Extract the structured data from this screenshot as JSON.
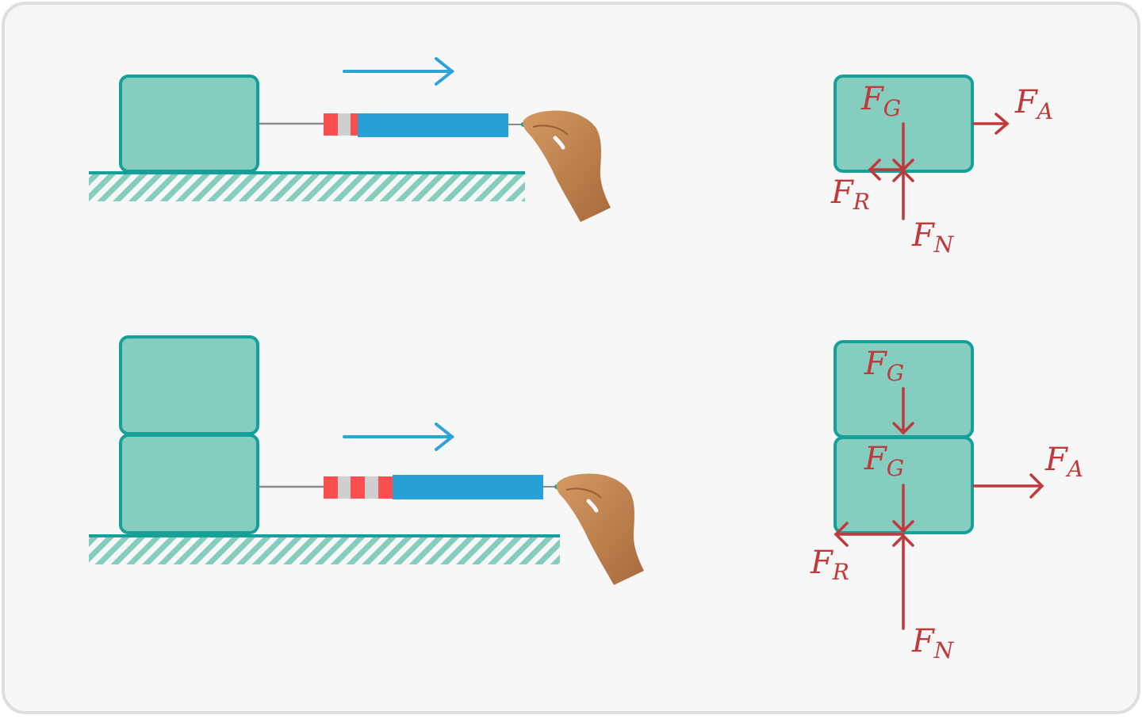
{
  "colors": {
    "panel_bg": "#f7f7f8",
    "panel_border": "#dedede",
    "block_fill": "#84cdbf",
    "block_stroke": "#15a09a",
    "ground_line": "#15a09a",
    "hatch": "#84cdbf",
    "motion_arrow": "#2ea3da",
    "meter_body": "#27a0d6",
    "meter_red": "#fc4f50",
    "meter_grey": "#cfcfcf",
    "string": "#8a8a8a",
    "force": "#c0393b",
    "hand": "#c48a52"
  },
  "top_scene": {
    "force_labels": {
      "gravity": {
        "symbol": "F",
        "sub": "G"
      },
      "applied": {
        "symbol": "F",
        "sub": "A"
      },
      "friction": {
        "symbol": "F",
        "sub": "R"
      },
      "normal": {
        "symbol": "F",
        "sub": "N"
      }
    }
  },
  "bottom_scene": {
    "force_labels": {
      "gravity_top": {
        "symbol": "F",
        "sub": "G"
      },
      "gravity_bottom": {
        "symbol": "F",
        "sub": "G"
      },
      "applied": {
        "symbol": "F",
        "sub": "A"
      },
      "friction": {
        "symbol": "F",
        "sub": "R"
      },
      "normal": {
        "symbol": "F",
        "sub": "N"
      }
    }
  }
}
